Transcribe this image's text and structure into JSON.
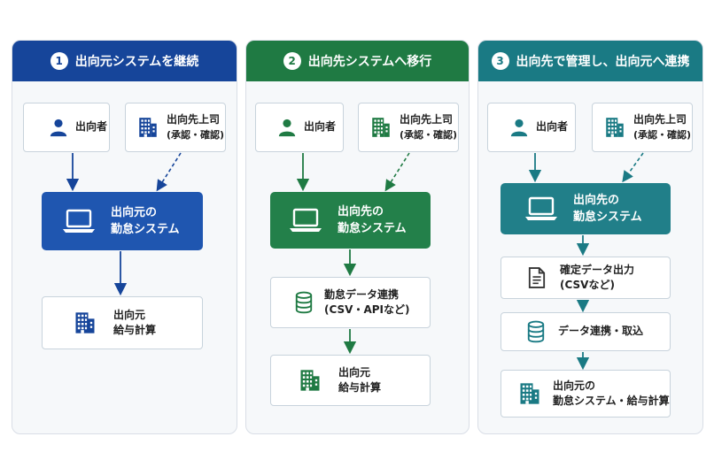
{
  "colors": {
    "blue": "#16459a",
    "blue_sys": "#1f56b0",
    "green": "#1f7a43",
    "green_sys": "#23804a",
    "teal": "#1a7a84",
    "teal_sys": "#217f89"
  },
  "panels": [
    {
      "number": "1",
      "title": "出向元システムを継続",
      "person": "出向者",
      "boss": {
        "line1": "出向先上司",
        "line2": "(承認・確認)"
      },
      "system": {
        "line1": "出向元の",
        "line2": "勤怠システム"
      },
      "payroll": {
        "line1": "出向元",
        "line2": "給与計算"
      }
    },
    {
      "number": "2",
      "title": "出向先システムへ移行",
      "person": "出向者",
      "boss": {
        "line1": "出向先上司",
        "line2": "(承認・確認)"
      },
      "system": {
        "line1": "出向先の",
        "line2": "勤怠システム"
      },
      "link": {
        "line1": "勤怠データ連携",
        "line2": "(CSV・APIなど)"
      },
      "payroll": {
        "line1": "出向元",
        "line2": "給与計算"
      }
    },
    {
      "number": "3",
      "title": "出向先で管理し、出向元へ連携",
      "person": "出向者",
      "boss": {
        "line1": "出向先上司",
        "line2": "(承認・確認)"
      },
      "system": {
        "line1": "出向先の",
        "line2": "勤怠システム"
      },
      "export": {
        "line1": "確定データ出力",
        "line2": "(CSVなど)"
      },
      "import": "データ連携・取込",
      "final": {
        "line1": "出向元の",
        "line2": "勤怠システム・給与計算"
      }
    }
  ]
}
